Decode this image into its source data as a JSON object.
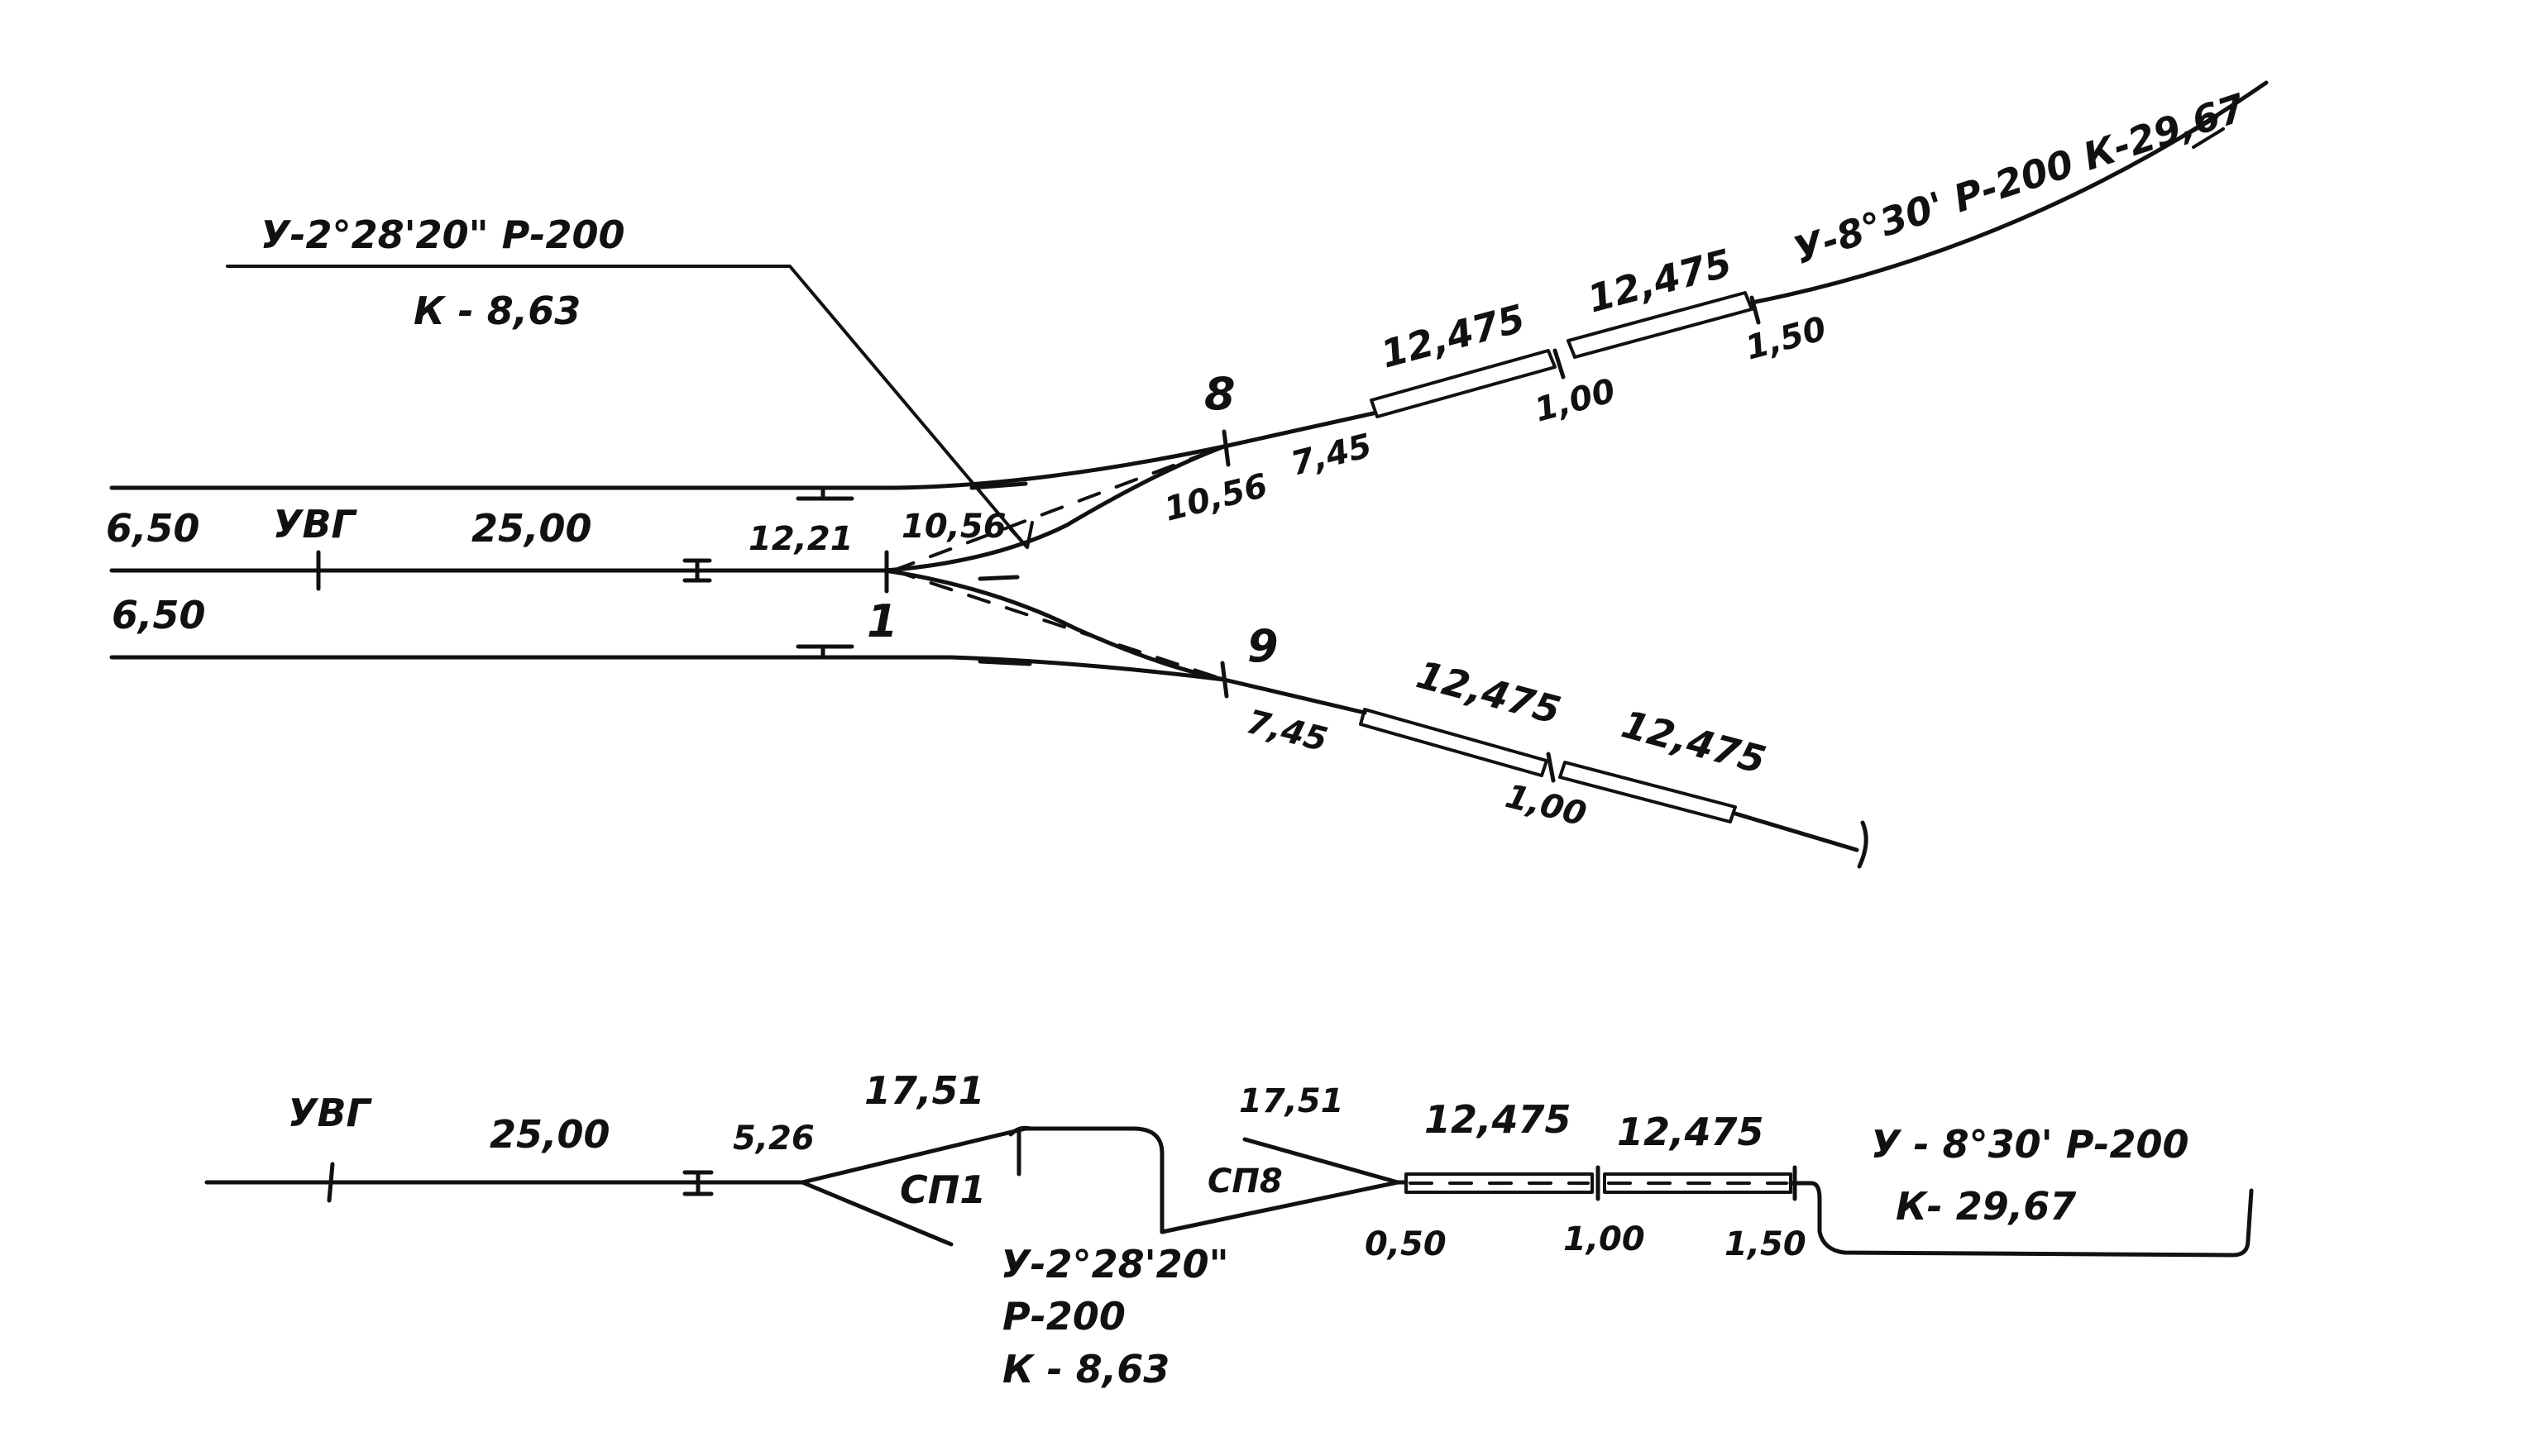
{
  "upper_scheme": {
    "track_offset_top": "6,50",
    "track_offset_bottom": "6,50",
    "uvg_label": "УВГ",
    "length_main": "25,00",
    "length_to_switch": "12,21",
    "length_curve": "10,56",
    "switch_1": "1",
    "switch_8": "8",
    "switch_9": "9",
    "branch8_curve_len": "10,56",
    "branch8_tail": "7,45",
    "branch8_rail_1": "12,475",
    "branch8_rail_2": "12,475",
    "branch8_gap_1": "1,00",
    "branch8_gap_2": "1,50",
    "branch8_curve": "У-8°30' Р-200 К-29,67",
    "branch9_tail": "7,45",
    "branch9_rail_1": "12,475",
    "branch9_rail_2": "12,475",
    "branch9_gap": "1,00",
    "callout_line1": "У-2°28'20\"  Р-200",
    "callout_line2": "К - 8,63"
  },
  "lower_scheme": {
    "uvg_label": "УВГ",
    "length_main": "25,00",
    "gap_526": "5,26",
    "sp1_len": "17,51",
    "sp1_label": "СП1",
    "curve_1": "У-2°28'20\"",
    "curve_2": "Р-200",
    "curve_3": "К - 8,63",
    "sp8_len": "17,51",
    "sp8_label": "СП8",
    "rail_1": "12,475",
    "rail_2": "12,475",
    "gap_050": "0,50",
    "gap_100": "1,00",
    "gap_150": "1,50",
    "end_curve_1": "У - 8°30'  Р-200",
    "end_curve_2": "К- 29,67"
  }
}
